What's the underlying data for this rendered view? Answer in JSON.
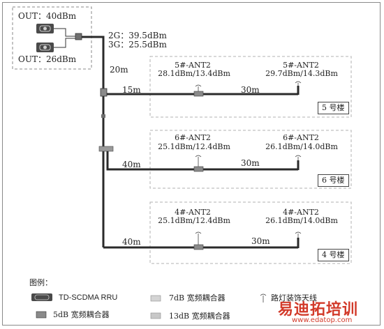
{
  "rru": {
    "top_label": "OUT：40dBm",
    "bottom_label": "OUT：26dBm",
    "out_2g": "2G：39.5dBm",
    "out_3g": "3G：25.5dBm"
  },
  "cables": {
    "trunk": "20m",
    "b5_first": "15m",
    "b5_second": "30m",
    "b6_first": "40m",
    "b6_second": "30m",
    "b4_first": "40m",
    "b4_second": "30m"
  },
  "buildings": [
    {
      "label": "5 号楼",
      "antennas": [
        {
          "name": "5#-ANT2",
          "power": "28.1dBm/13.4dBm"
        },
        {
          "name": "5#-ANT2",
          "power": "29.7dBm/14.3dBm"
        }
      ]
    },
    {
      "label": "6 号楼",
      "antennas": [
        {
          "name": "6#-ANT2",
          "power": "25.1dBm/12.4dBm"
        },
        {
          "name": "6#-ANT2",
          "power": "26.1dBm/14.0dBm"
        }
      ]
    },
    {
      "label": "4 号楼",
      "antennas": [
        {
          "name": "4#-ANT2",
          "power": "25.1dBm/12.4dBm"
        },
        {
          "name": "4#-ANT2",
          "power": "26.1dBm/14.0dBm"
        }
      ]
    }
  ],
  "legend": {
    "title": "图例：",
    "rru": "TD-SCDMA RRU",
    "coupler_5db": "5dB 宽频耦合器",
    "coupler_7db": "7dB 宽频耦合器",
    "coupler_13db": "13dB 宽频耦合器",
    "antenna": "路灯装饰天线"
  },
  "watermark": {
    "brand": "易迪拓培训",
    "url": "www.edatop.com"
  },
  "colors": {
    "cable": "#2a2a2a",
    "dashed_box": "#a8a8a8",
    "rru_fill": "#555555",
    "coupler_fill": "#8a8a8a",
    "light_coupler": "#c8c8c8",
    "watermark": "#d23a2a"
  }
}
